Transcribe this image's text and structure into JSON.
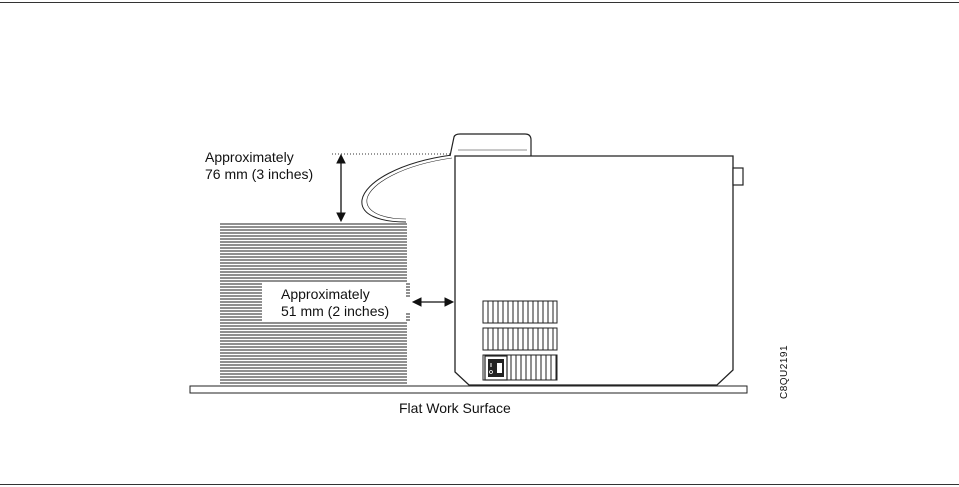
{
  "labels": {
    "top_clearance_line1": "Approximately",
    "top_clearance_line2": "76 mm (3 inches)",
    "side_clearance_line1": "Approximately",
    "side_clearance_line2": "51 mm (2 inches)",
    "surface": "Flat Work Surface",
    "figure_id": "C8QU2191"
  }
}
